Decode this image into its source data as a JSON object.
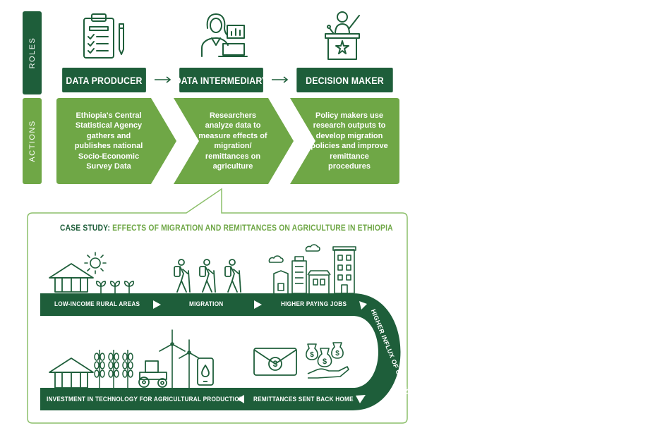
{
  "side_labels": {
    "roles": "ROLES",
    "actions": "ACTIONS"
  },
  "roles": [
    {
      "label": "DATA PRODUCER",
      "icon": "clipboard-checklist-icon"
    },
    {
      "label": "DATA INTERMEDIARY",
      "icon": "researcher-laptop-icon"
    },
    {
      "label": "DECISION MAKER",
      "icon": "podium-speaker-icon"
    }
  ],
  "actions": [
    "Ethiopia's Central\nStatistical Agency\ngathers and\npublishes national\nSocio-Economic\nSurvey Data",
    "Researchers\nanalyze data to\nmeasure effects of\nmigration/\nremittances on\nagriculture",
    "Policy makers use\nresearch outputs to\ndevelop migration\npolicies and improve\nremittance\nprocedures"
  ],
  "case_study": {
    "prefix": "CASE STUDY: ",
    "title": "EFFECTS OF MIGRATION AND REMITTANCES ON AGRICULTURE IN ETHIOPIA",
    "top_row": [
      "LOW-INCOME RURAL AREAS",
      "MIGRATION",
      "HIGHER PAYING JOBS"
    ],
    "curve_label": "HIGHER INFLUX OF CAPITAL",
    "bottom_row": [
      "INVESTMENT IN TECHNOLOGY FOR AGRICULTURAL PRODUCTION",
      "REMITTANCES SENT BACK HOME"
    ]
  },
  "colors": {
    "dark_green": "#1e5e3a",
    "light_green": "#6fa746",
    "border_green": "#8cbf6a"
  }
}
